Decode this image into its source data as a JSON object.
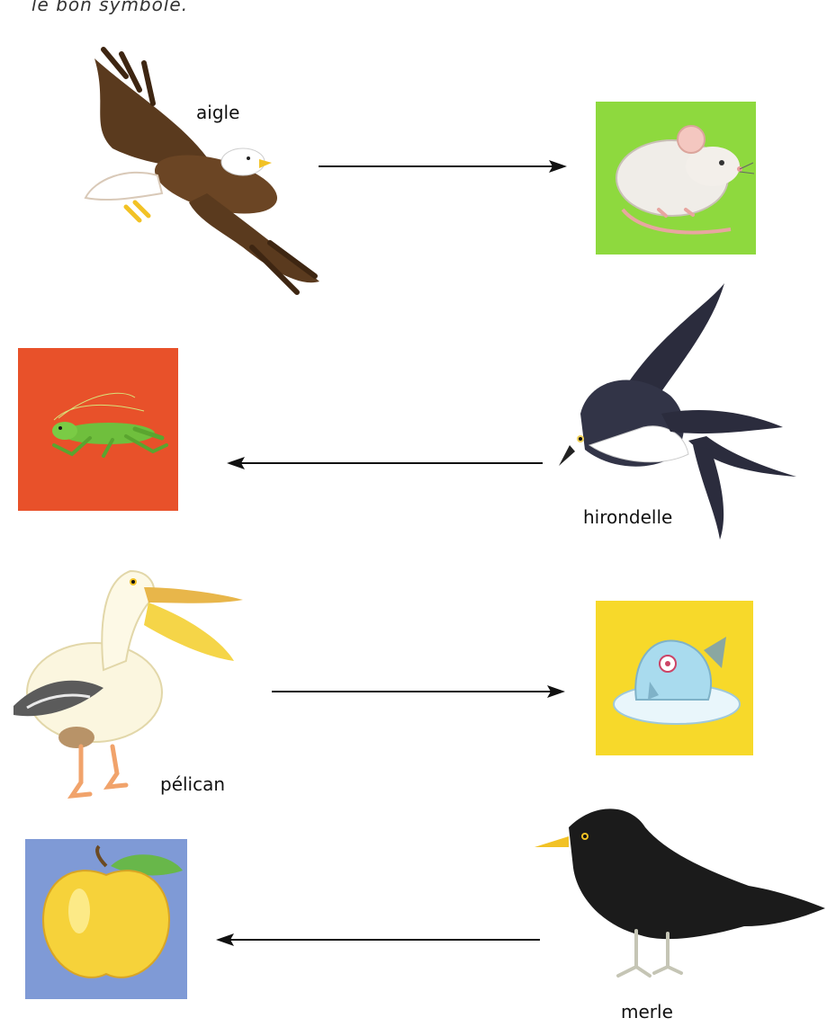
{
  "header": {
    "text": "le bon symbole."
  },
  "rows": [
    {
      "bird": "aigle",
      "food": "mouse",
      "direction": "right"
    },
    {
      "bird": "hirondelle",
      "food": "grasshopper",
      "direction": "left"
    },
    {
      "bird": "pélican",
      "food": "fish",
      "direction": "right"
    },
    {
      "bird": "merle",
      "food": "apple",
      "direction": "left"
    }
  ],
  "colors": {
    "mouse_tile": "#8ed93e",
    "grasshopper_tile": "#e8512a",
    "fish_tile": "#f7d92a",
    "apple_tile": "#7f9ad6",
    "arrow": "#111111"
  }
}
